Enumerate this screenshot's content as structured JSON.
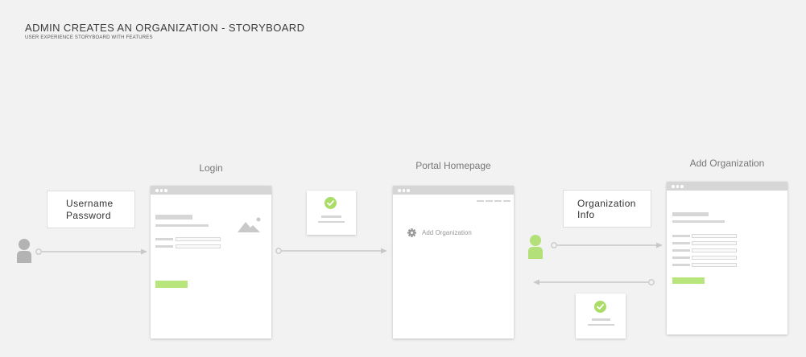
{
  "header": {
    "title": "ADMIN CREATES AN ORGANIZATION - STORYBOARD",
    "subtitle": "USER EXPERIENCE STORYBOARD WITH FEATURES"
  },
  "screens": {
    "login": {
      "label": "Login"
    },
    "portal": {
      "label": "Portal Homepage",
      "menu_item": "Add Organization"
    },
    "add_org": {
      "label": "Add Organization"
    }
  },
  "notes": {
    "credentials": {
      "line1": "Username",
      "line2": "Password"
    },
    "org_info": {
      "line1": "Organization",
      "line2": "Info"
    }
  },
  "colors": {
    "background": "#f2f2f2",
    "accent_green": "#b8e67c",
    "check_green": "#a9dd67",
    "user_gray": "#b3b3b3",
    "user_green": "#b4e07a",
    "connector_gray": "#c8c8c8"
  },
  "icons": {
    "user": "user-silhouette-icon",
    "image": "mountain-image-icon",
    "settings": "gear-icon",
    "success": "checkmark-circle-icon"
  }
}
